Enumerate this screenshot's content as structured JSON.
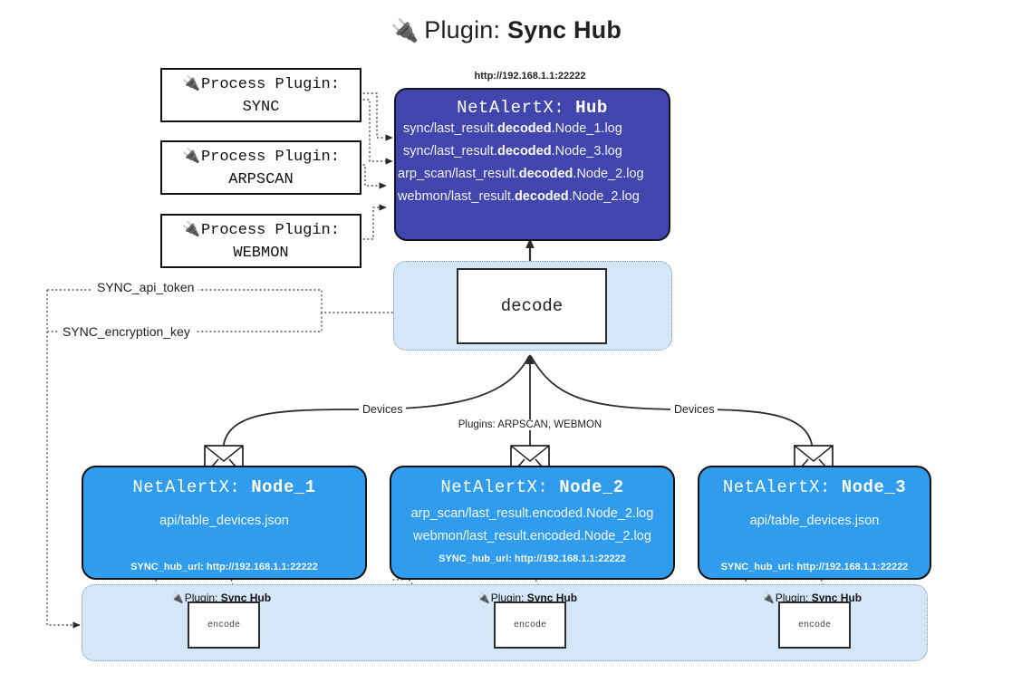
{
  "title": {
    "icon": "🔌",
    "prefix": "Plugin:",
    "name": "Sync Hub"
  },
  "process_plugins": [
    {
      "icon": "🔌",
      "line1": "Process Plugin:",
      "line2": "SYNC"
    },
    {
      "icon": "🔌",
      "line1": "Process Plugin:",
      "line2": "ARPSCAN"
    },
    {
      "icon": "🔌",
      "line1": "Process Plugin:",
      "line2": "WEBMON"
    }
  ],
  "hub": {
    "url": "http://192.168.1.1:22222",
    "title_prefix": "NetAlertX:",
    "title_name": "Hub",
    "logs": [
      {
        "pre": "sync/last_result.",
        "bold": "decoded",
        "post": ".Node_1.log"
      },
      {
        "pre": "sync/last_result.",
        "bold": "decoded",
        "post": ".Node_3.log"
      },
      {
        "pre": "arp_scan/last_result.",
        "bold": "decoded",
        "post": ".Node_2.log"
      },
      {
        "pre": "webmon/last_result.",
        "bold": "decoded",
        "post": ".Node_2.log"
      }
    ]
  },
  "decode": {
    "label": "decode"
  },
  "secrets": [
    {
      "label": "SYNC_api_token"
    },
    {
      "label": "SYNC_encryption_key"
    }
  ],
  "edge_labels": {
    "devices_left": "Devices",
    "devices_right": "Devices",
    "plugins_center": "Plugins: ARPSCAN, WEBMON"
  },
  "nodes": [
    {
      "title_prefix": "NetAlertX:",
      "title_name": "Node_1",
      "lines": [
        "api/table_devices.json"
      ],
      "footer": "SYNC_hub_url: http://192.168.1.1:22222"
    },
    {
      "title_prefix": "NetAlertX:",
      "title_name": "Node_2",
      "lines": [
        "arp_scan/last_result.encoded.Node_2.log",
        "webmon/last_result.encoded.Node_2.log"
      ],
      "footer": "SYNC_hub_url: http://192.168.1.1:22222"
    },
    {
      "title_prefix": "NetAlertX:",
      "title_name": "Node_3",
      "lines": [
        "api/table_devices.json"
      ],
      "footer": "SYNC_hub_url: http://192.168.1.1:22222"
    }
  ],
  "encoders": [
    {
      "icon": "🔌",
      "plugin_prefix": "Plugin:",
      "plugin_name": "Sync Hub",
      "box_label": "encode"
    },
    {
      "icon": "🔌",
      "plugin_prefix": "Plugin:",
      "plugin_name": "Sync Hub",
      "box_label": "encode"
    },
    {
      "icon": "🔌",
      "plugin_prefix": "Plugin:",
      "plugin_name": "Sync Hub",
      "box_label": "encode"
    }
  ],
  "colors": {
    "hub_fill": "#4046ae",
    "node_fill": "#2f9ced",
    "container_fill": "#d4e7f8",
    "container_border": "#7b90a4",
    "stroke": "#2b2b2b"
  }
}
